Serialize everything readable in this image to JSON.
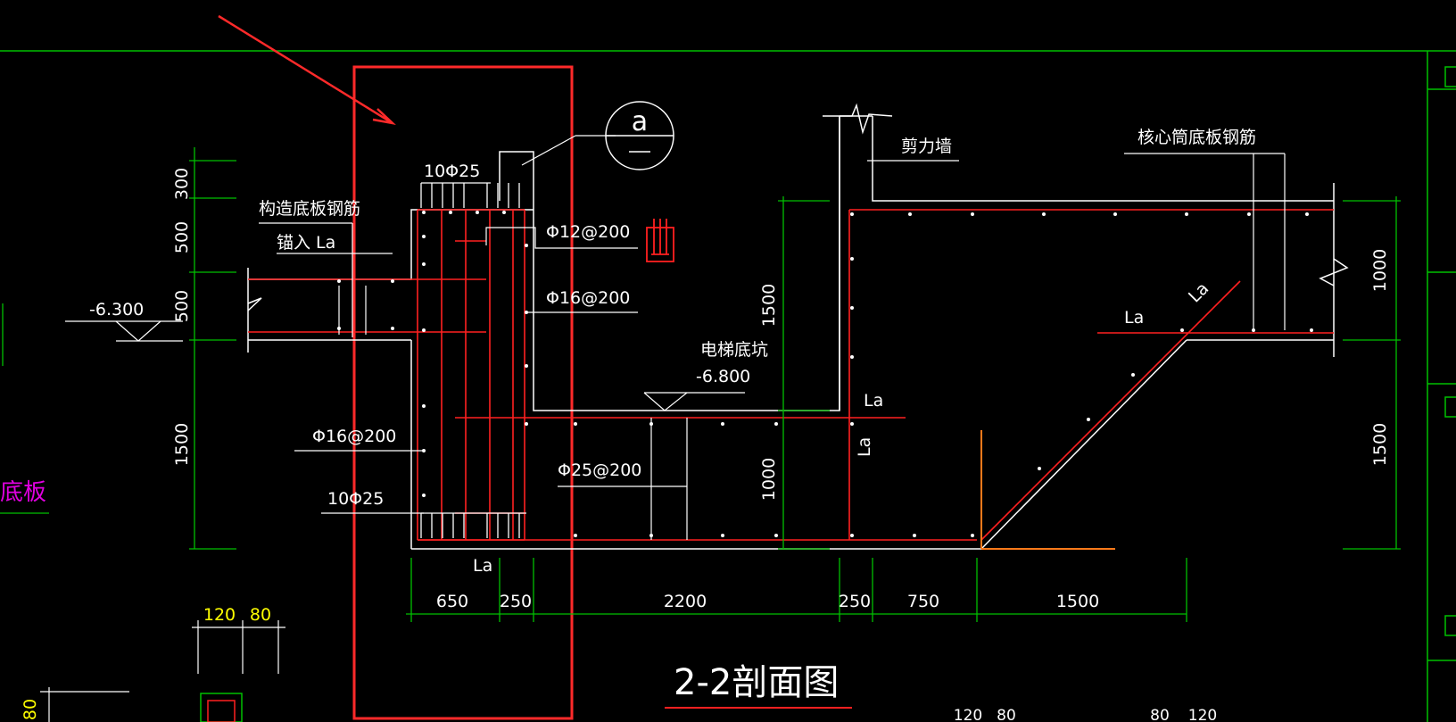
{
  "colors": {
    "background": "#000000",
    "line": "#ffffff",
    "rebar": "#ff2020",
    "dimension": "#00c000",
    "highlight": "#ff2a2a",
    "orange": "#ff7a1a",
    "yellow": "#ffff00",
    "magenta": "#e000e0"
  },
  "title": "2-2剖面图",
  "detail_marker": "a",
  "labels": {
    "structural_slab_rebar": "构造底板钢筋",
    "anchor_la": "锚入 La",
    "shear_wall": "剪力墙",
    "core_slab_rebar": "核心筒底板钢筋",
    "elevator_pit": "电梯底坑",
    "elev_pit_level": "-6.800",
    "elev_left_level": "-6.300",
    "bottom_slab": "底板",
    "bars_top": "10Φ25",
    "bars_bottom": "10Φ25",
    "rebar_12_200": "Φ12@200",
    "rebar_16_200_a": "Φ16@200",
    "rebar_16_200_b": "Φ16@200",
    "rebar_25_200": "Φ25@200",
    "la_bottom": "La",
    "la_pit_h": "La",
    "la_pit_v": "La",
    "la_right": "La",
    "la_diag": "La"
  },
  "dims_left": [
    "300",
    "500",
    "500",
    "1500"
  ],
  "dims_bottom": [
    "650",
    "250",
    "2200",
    "250",
    "750",
    "1500"
  ],
  "dims_pit": [
    "1500",
    "1000"
  ],
  "dims_right": [
    "1000",
    "1500"
  ],
  "dims_small": [
    "120",
    "80"
  ],
  "dims_bottom_right": [
    "120",
    "80",
    "80",
    "120"
  ],
  "dims_edge": [
    "80"
  ]
}
